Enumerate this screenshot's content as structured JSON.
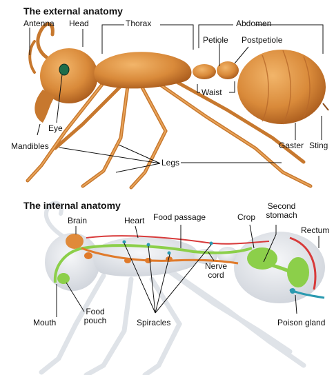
{
  "external": {
    "title": "The external anatomy",
    "labels": {
      "antenna": "Antenna",
      "head": "Head",
      "thorax": "Thorax",
      "abdomen": "Abdomen",
      "petiole": "Petiole",
      "postpetiole": "Postpetiole",
      "waist": "Waist",
      "eye": "Eye",
      "mandibles": "Mandibles",
      "legs": "Legs",
      "gaster": "Gaster",
      "sting": "Sting"
    }
  },
  "internal": {
    "title": "The internal anatomy",
    "labels": {
      "brain": "Brain",
      "heart": "Heart",
      "food_passage": "Food passage",
      "crop": "Crop",
      "second_stomach_1": "Second",
      "second_stomach_2": "stomach",
      "rectum": "Rectum",
      "nerve_cord_1": "Nerve",
      "nerve_cord_2": "cord",
      "mouth": "Mouth",
      "food_pouch_1": "Food",
      "food_pouch_2": "pouch",
      "spiracles": "Spiracles",
      "poison_gland": "Poison gland"
    }
  },
  "colors": {
    "ant_body": "#d98a3a",
    "ant_dark": "#a85a1c",
    "internal_body": "#dfe3e8",
    "digestive": "#8ccf4a",
    "nervous": "#e07a2a",
    "heart": "#d83a3a",
    "poison": "#2a9ab0"
  }
}
